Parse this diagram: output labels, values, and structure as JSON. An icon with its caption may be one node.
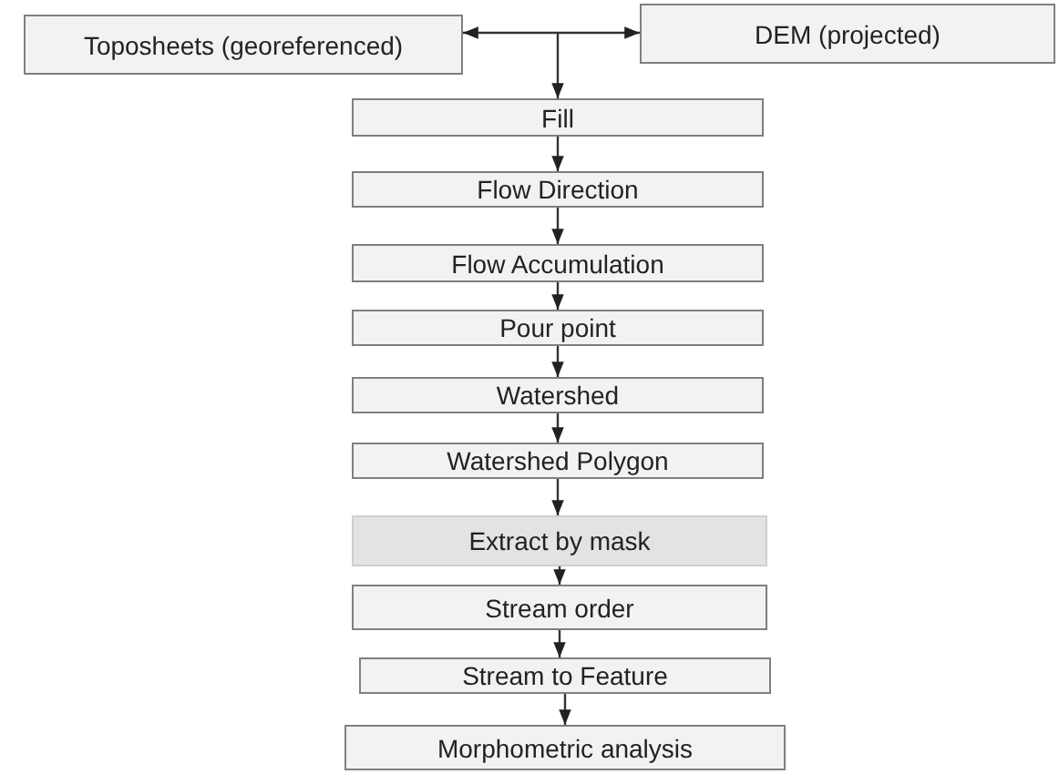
{
  "diagram": {
    "nodes": [
      {
        "text": [
          "Toposheets (georeferenced)"
        ]
      },
      {
        "text": [
          "DEM (projected)"
        ]
      },
      {
        "text": [
          "Fill"
        ]
      },
      {
        "text": [
          "Flow Direction"
        ]
      },
      {
        "text": [
          "Flow Accumulation"
        ]
      },
      {
        "text": [
          "Pour point"
        ]
      },
      {
        "text": [
          "Watershed"
        ]
      },
      {
        "text": [
          "Watershed Polygon"
        ]
      },
      {
        "text": [
          "Extract by mask"
        ]
      },
      {
        "text": [
          "Stream order"
        ]
      },
      {
        "text": [
          "Stream to Feature"
        ]
      },
      {
        "text": [
          "Morphometric analysis"
        ]
      }
    ],
    "edges": [
      {
        "from": 0,
        "to": 1,
        "arrow": "both"
      },
      {
        "from": null,
        "to": 2,
        "arrow": "to"
      },
      {
        "from": 2,
        "to": 3,
        "arrow": "to"
      },
      {
        "from": 3,
        "to": 4,
        "arrow": "to"
      },
      {
        "from": 4,
        "to": 5,
        "arrow": "to"
      },
      {
        "from": 5,
        "to": 6,
        "arrow": "to"
      },
      {
        "from": 6,
        "to": 7,
        "arrow": "to"
      },
      {
        "from": 7,
        "to": 8,
        "arrow": "to"
      },
      {
        "from": 8,
        "to": 9,
        "arrow": "to"
      },
      {
        "from": 9,
        "to": 10,
        "arrow": "to"
      },
      {
        "from": 10,
        "to": 11,
        "arrow": "to"
      }
    ]
  }
}
